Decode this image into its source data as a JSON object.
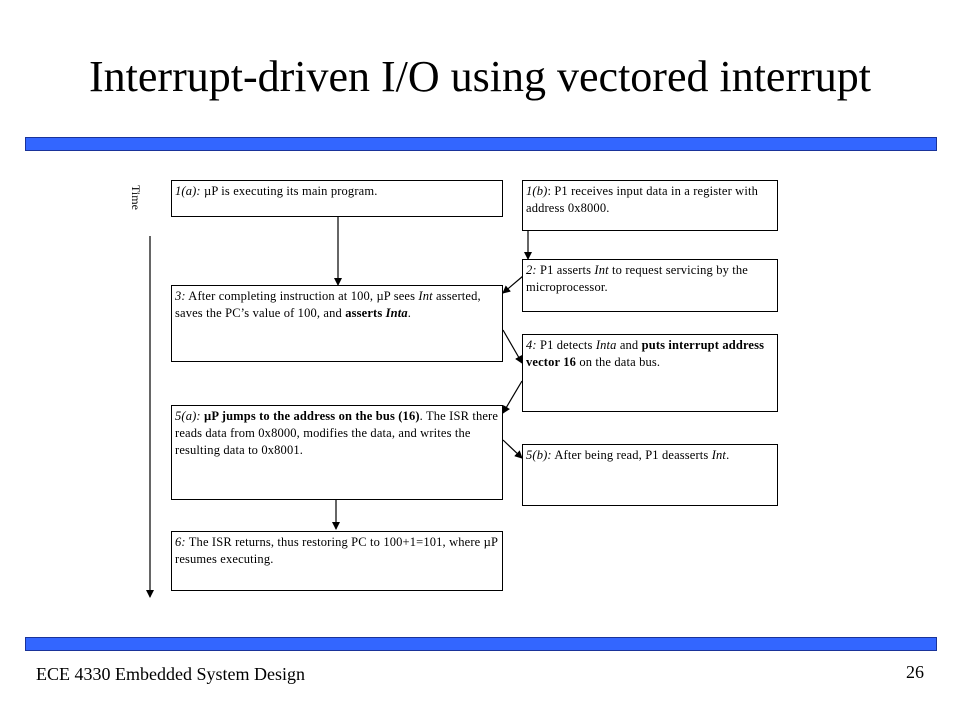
{
  "slide": {
    "title": "Interrupt-driven I/O using vectored interrupt",
    "footer": "ECE 4330 Embedded System Design",
    "page_number": "26",
    "time_label": "Time",
    "accent_color": "#3366ff"
  },
  "steps": {
    "s1a": {
      "id": "1(a):",
      "text": " µP is executing its main program."
    },
    "s1b": {
      "id": "1(b)",
      "text": ": P1 receives input data in a register with address 0x8000."
    },
    "s2": {
      "id": "2:",
      "t1": " P1 asserts ",
      "em": "Int",
      "t2": " to request servicing by the microprocessor."
    },
    "s3": {
      "id": "3:",
      "t1": " After completing instruction at 100, µP sees ",
      "em": "Int",
      "t2": " asserted, saves the PC’s value of 100, and ",
      "b1": "asserts ",
      "b2": "Inta",
      "t3": "."
    },
    "s4": {
      "id": "4:",
      "t1": " P1 detects ",
      "em": "Inta",
      "t2": " and ",
      "b": "puts interrupt address vector 16",
      "t3": " on the data bus."
    },
    "s5a": {
      "id": "5(a):",
      "t1": " ",
      "b": "µP jumps to the address on the bus (16)",
      "t2": ". The ISR there reads data from 0x8000, modifies the data, and writes the resulting  data to 0x8001."
    },
    "s5b": {
      "id": "5(b):",
      "t1": " After being read, P1 deasserts ",
      "em": "Int",
      "t2": "."
    },
    "s6": {
      "id": "6:",
      "text": " The ISR returns, thus restoring PC to 100+1=101, where µP resumes executing."
    }
  }
}
